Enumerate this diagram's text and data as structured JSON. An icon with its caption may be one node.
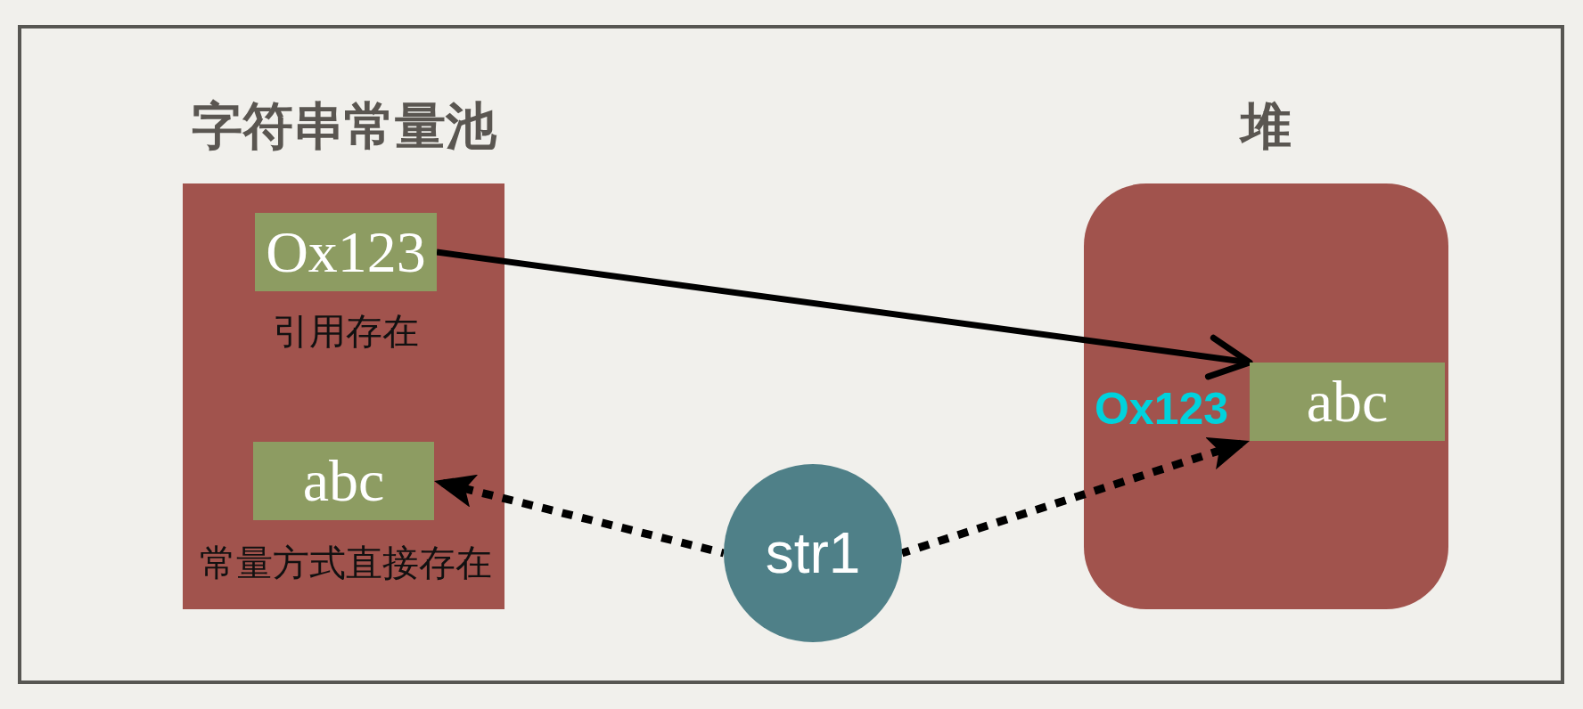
{
  "diagram": {
    "nodes": [
      {
        "text": [
          "字符串常量池"
        ]
      },
      {
        "text": [
          "Ox123"
        ],
        "in": 0,
        "beside": [
          "引用存在"
        ]
      },
      {
        "text": [
          "abc"
        ],
        "in": 0,
        "beside": [
          "常量方式直接存在"
        ]
      },
      {
        "text": [
          "堆"
        ]
      },
      {
        "text": [
          "abc"
        ],
        "in": 3,
        "beside": [
          "Ox123"
        ]
      },
      {
        "text": [
          "str1"
        ]
      }
    ],
    "edges": [
      {
        "from": 1,
        "to": 4,
        "arrow": "to"
      },
      {
        "from": 5,
        "to": 2,
        "arrow": "to",
        "style": "dashed"
      },
      {
        "from": 5,
        "to": 4,
        "arrow": "to",
        "style": "dashed"
      }
    ]
  }
}
